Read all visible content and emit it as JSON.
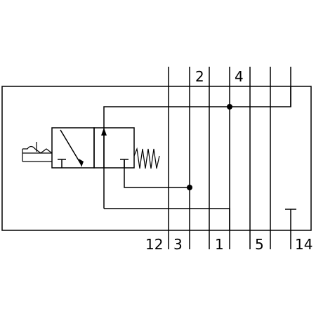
{
  "ports": {
    "top": [
      "2",
      "4"
    ],
    "bottom": [
      "12",
      "3",
      "1",
      "5",
      "14"
    ]
  },
  "colors": {
    "stroke": "#000000",
    "background": "#ffffff"
  },
  "symbols": [
    "push-button-actuator-icon",
    "spring-return-icon",
    "flow-arrow-icon",
    "blocked-port-icon"
  ]
}
